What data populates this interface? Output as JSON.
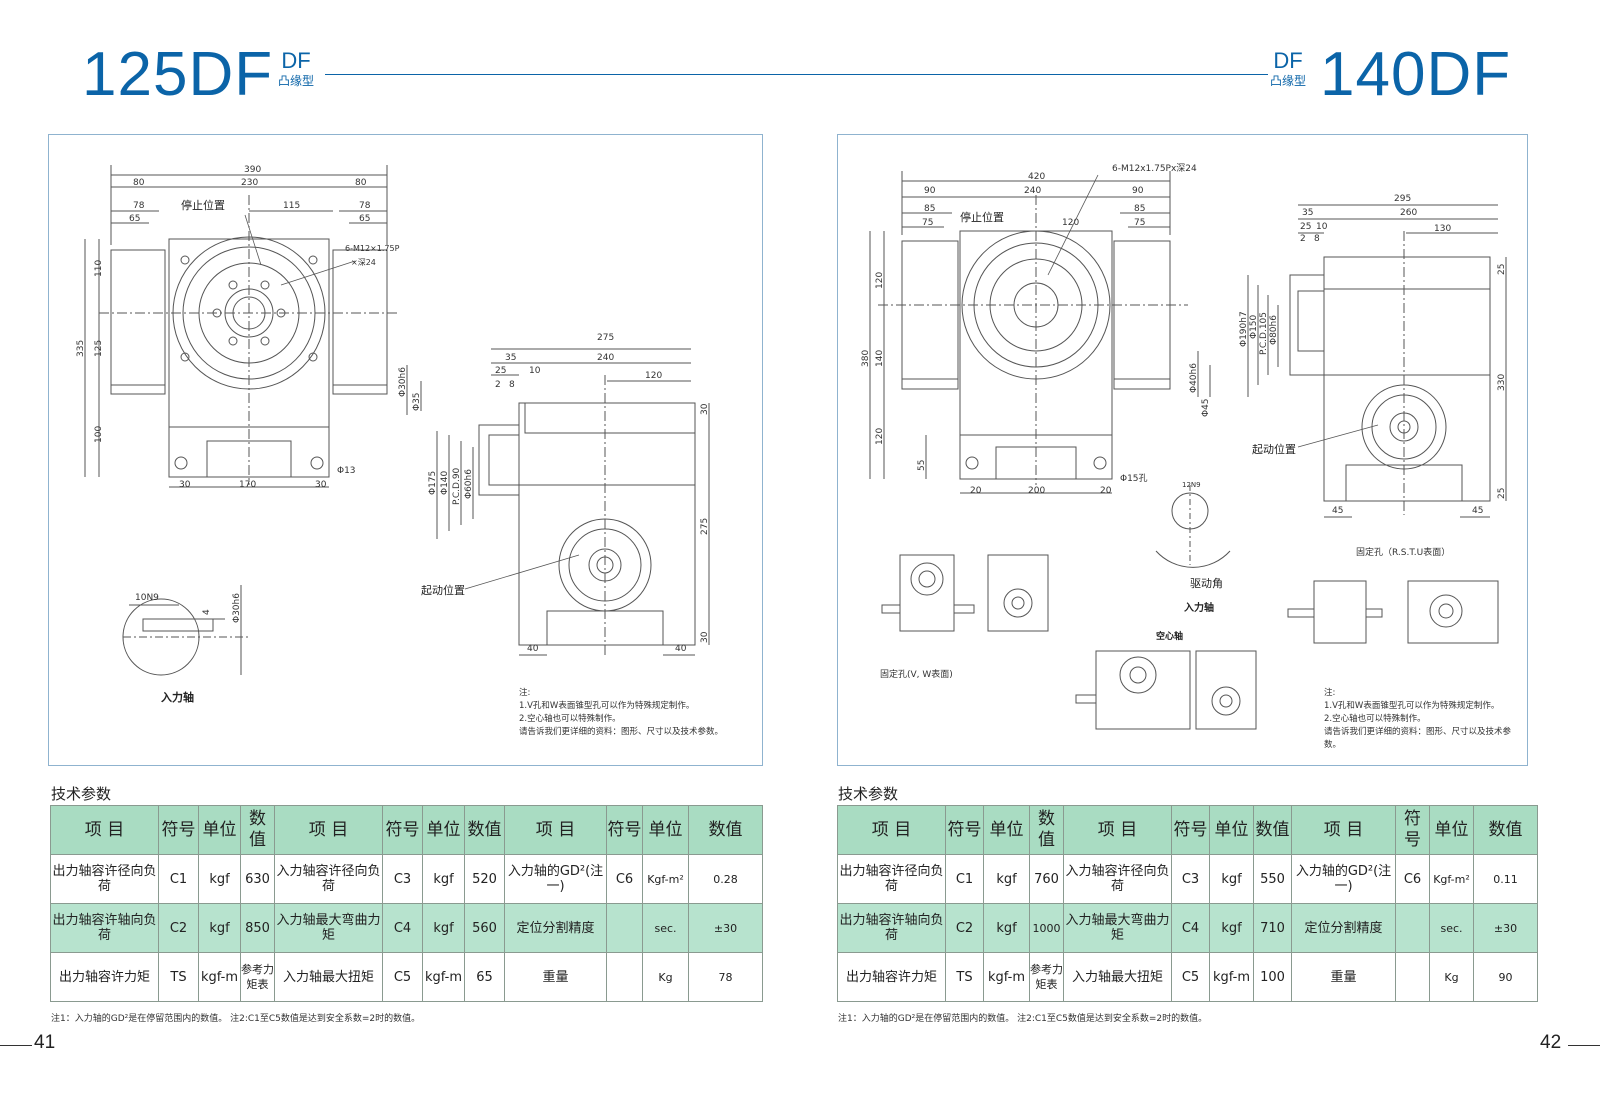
{
  "left": {
    "model": "125DF",
    "badge_top": "DF",
    "badge_bottom": "凸缘型",
    "page_number": "41",
    "tech_title": "技术参数",
    "drawing_labels": {
      "stop_position": "停止位置",
      "start_position": "起动位置",
      "bolt_spec_1": "6-M12×1.75P",
      "bolt_spec_2": "×深24",
      "input_shaft": "入力轴",
      "keyway": "10N9",
      "shaft_dia": "Φ30h6",
      "hole_dia": "Φ13"
    },
    "dims_front": [
      "390",
      "80",
      "230",
      "80",
      "78",
      "78",
      "65",
      "115",
      "65",
      "110",
      "125",
      "100",
      "335",
      "30",
      "170",
      "30",
      "Φ30h6",
      "Φ35"
    ],
    "dims_side": [
      "275",
      "35",
      "240",
      "25",
      "10",
      "2",
      "8",
      "120",
      "30",
      "275",
      "30",
      "40",
      "40",
      "Φ175",
      "Φ140",
      "P.C.D.90",
      "Φ60h6"
    ],
    "notes": [
      "注:",
      "1.V孔和W表面锥型孔可以作为特殊规定制作。",
      "2.空心轴也可以特殊制作。",
      "请告诉我们更详细的资料：图形、尺寸以及技术参数。"
    ],
    "table": {
      "header": [
        "项 目",
        "符号",
        "单位",
        "数值",
        "项 目",
        "符号",
        "单位",
        "数值",
        "项 目",
        "符号",
        "单位",
        "数值"
      ],
      "rows": [
        [
          "出力轴容许径向负荷",
          "C1",
          "kgf",
          "630",
          "入力轴容许径向负荷",
          "C3",
          "kgf",
          "520",
          "入力轴的GD²(注一)",
          "C6",
          "Kgf-m²",
          "0.28"
        ],
        [
          "出力轴容许轴向负荷",
          "C2",
          "kgf",
          "850",
          "入力轴最大弯曲力矩",
          "C4",
          "kgf",
          "560",
          "定位分割精度",
          "",
          "sec.",
          "±30"
        ],
        [
          "出力轴容许力矩",
          "TS",
          "kgf-m",
          "参考力矩表",
          "入力轴最大扭矩",
          "C5",
          "kgf-m",
          "65",
          "重量",
          "",
          "Kg",
          "78"
        ]
      ]
    },
    "footnote": "注1：入力轴的GD²是在停留范围内的数值。  注2:C1至C5数值是达到安全系数=2时的数值。"
  },
  "right": {
    "model": "140DF",
    "badge_top": "DF",
    "badge_bottom": "凸缘型",
    "page_number": "42",
    "tech_title": "技术参数",
    "drawing_labels": {
      "stop_position": "停止位置",
      "start_position": "起动位置",
      "bolt_spec": "6-M12x1.75Px深24",
      "input_shaft": "入力轴",
      "drive_angle": "驱动角",
      "hollow_shaft": "空心轴",
      "fix_hole_vw": "固定孔(V, W表面)",
      "fix_hole_rstu": "固定孔（R.S.T.U表面）",
      "hole_dia": "Φ15孔",
      "keyway": "12N9"
    },
    "dims_front": [
      "420",
      "90",
      "240",
      "90",
      "85",
      "85",
      "75",
      "75",
      "120",
      "120",
      "140",
      "120",
      "380",
      "55",
      "20",
      "200",
      "20",
      "Φ40h6",
      "Φ45"
    ],
    "dims_side": [
      "295",
      "35",
      "260",
      "25",
      "10",
      "2",
      "8",
      "130",
      "25",
      "330",
      "25",
      "45",
      "45",
      "Φ190h7",
      "Φ150",
      "P.C.D.105",
      "Φ80h6"
    ],
    "notes": [
      "注:",
      "1.V孔和W表面锥型孔可以作为特殊规定制作。",
      "2.空心轴也可以特殊制作。",
      "请告诉我们更详细的资料：图形、尺寸以及技术参数。"
    ],
    "table": {
      "header": [
        "项 目",
        "符号",
        "单位",
        "数值",
        "项 目",
        "符号",
        "单位",
        "数值",
        "项 目",
        "符号",
        "单位",
        "数值"
      ],
      "rows": [
        [
          "出力轴容许径向负荷",
          "C1",
          "kgf",
          "760",
          "入力轴容许径向负荷",
          "C3",
          "kgf",
          "550",
          "入力轴的GD²(注一)",
          "C6",
          "Kgf-m²",
          "0.11"
        ],
        [
          "出力轴容许轴向负荷",
          "C2",
          "kgf",
          "1000",
          "入力轴最大弯曲力矩",
          "C4",
          "kgf",
          "710",
          "定位分割精度",
          "",
          "sec.",
          "±30"
        ],
        [
          "出力轴容许力矩",
          "TS",
          "kgf-m",
          "参考力矩表",
          "入力轴最大扭矩",
          "C5",
          "kgf-m",
          "100",
          "重量",
          "",
          "Kg",
          "90"
        ]
      ]
    },
    "footnote": "注1：入力轴的GD²是在停留范围内的数值。  注2:C1至C5数值是达到安全系数=2时的数值。"
  }
}
